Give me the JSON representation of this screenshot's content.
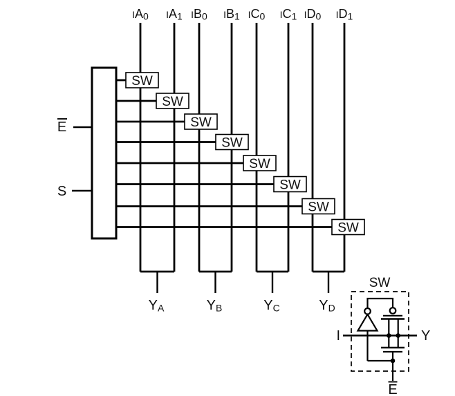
{
  "schematic": {
    "inputs": [
      {
        "prefix": "I",
        "name": "A",
        "sub": "0"
      },
      {
        "prefix": "I",
        "name": "A",
        "sub": "1"
      },
      {
        "prefix": "I",
        "name": "B",
        "sub": "0"
      },
      {
        "prefix": "I",
        "name": "B",
        "sub": "1"
      },
      {
        "prefix": "I",
        "name": "C",
        "sub": "0"
      },
      {
        "prefix": "I",
        "name": "C",
        "sub": "1"
      },
      {
        "prefix": "I",
        "name": "D",
        "sub": "0"
      },
      {
        "prefix": "I",
        "name": "D",
        "sub": "1"
      }
    ],
    "controls": {
      "enable": "E",
      "select": "S"
    },
    "switches": [
      {
        "label": "SW"
      },
      {
        "label": "SW"
      },
      {
        "label": "SW"
      },
      {
        "label": "SW"
      },
      {
        "label": "SW"
      },
      {
        "label": "SW"
      },
      {
        "label": "SW"
      },
      {
        "label": "SW"
      }
    ],
    "outputs": [
      {
        "name": "Y",
        "sub": "A"
      },
      {
        "name": "Y",
        "sub": "B"
      },
      {
        "name": "Y",
        "sub": "C"
      },
      {
        "name": "Y",
        "sub": "D"
      }
    ],
    "inset": {
      "title": "SW",
      "input": "I",
      "output": "Y",
      "enable": "E"
    }
  },
  "colors": {
    "line": "#000000",
    "text": "#111111",
    "background": "#ffffff"
  }
}
